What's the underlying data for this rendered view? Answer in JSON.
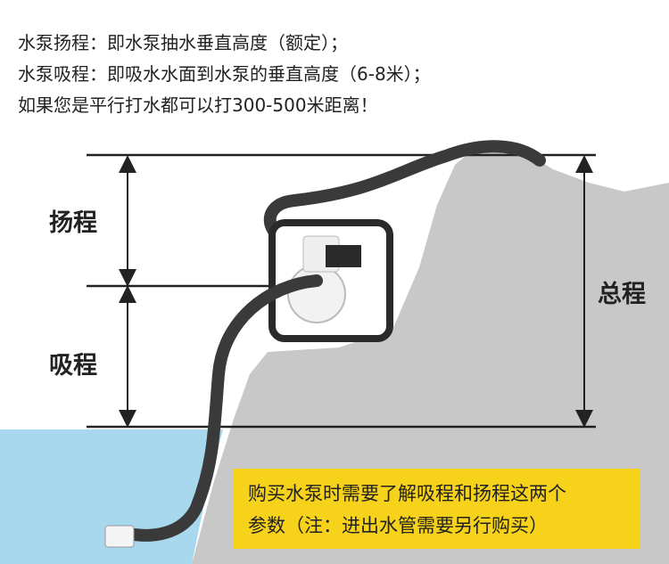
{
  "intro_lines": [
    "水泵扬程：即水泵抽水垂直高度（额定）；",
    "水泵吸程：即吸水水面到水泵的垂直高度（6-8米）；",
    "如果您是平行打水都可以打300-500米距离！"
  ],
  "labels": {
    "head": "扬程",
    "suction": "吸程",
    "total": "总程"
  },
  "note": {
    "line1": "购买水泵时需要了解吸程和扬程这两个",
    "line2": "参数（注：进出水管需要另行购买）"
  },
  "colors": {
    "hill": "#c8c8c8",
    "water": "#a8d8ee",
    "note_bg": "#f6d21a",
    "hose": "#3a3a3a"
  }
}
